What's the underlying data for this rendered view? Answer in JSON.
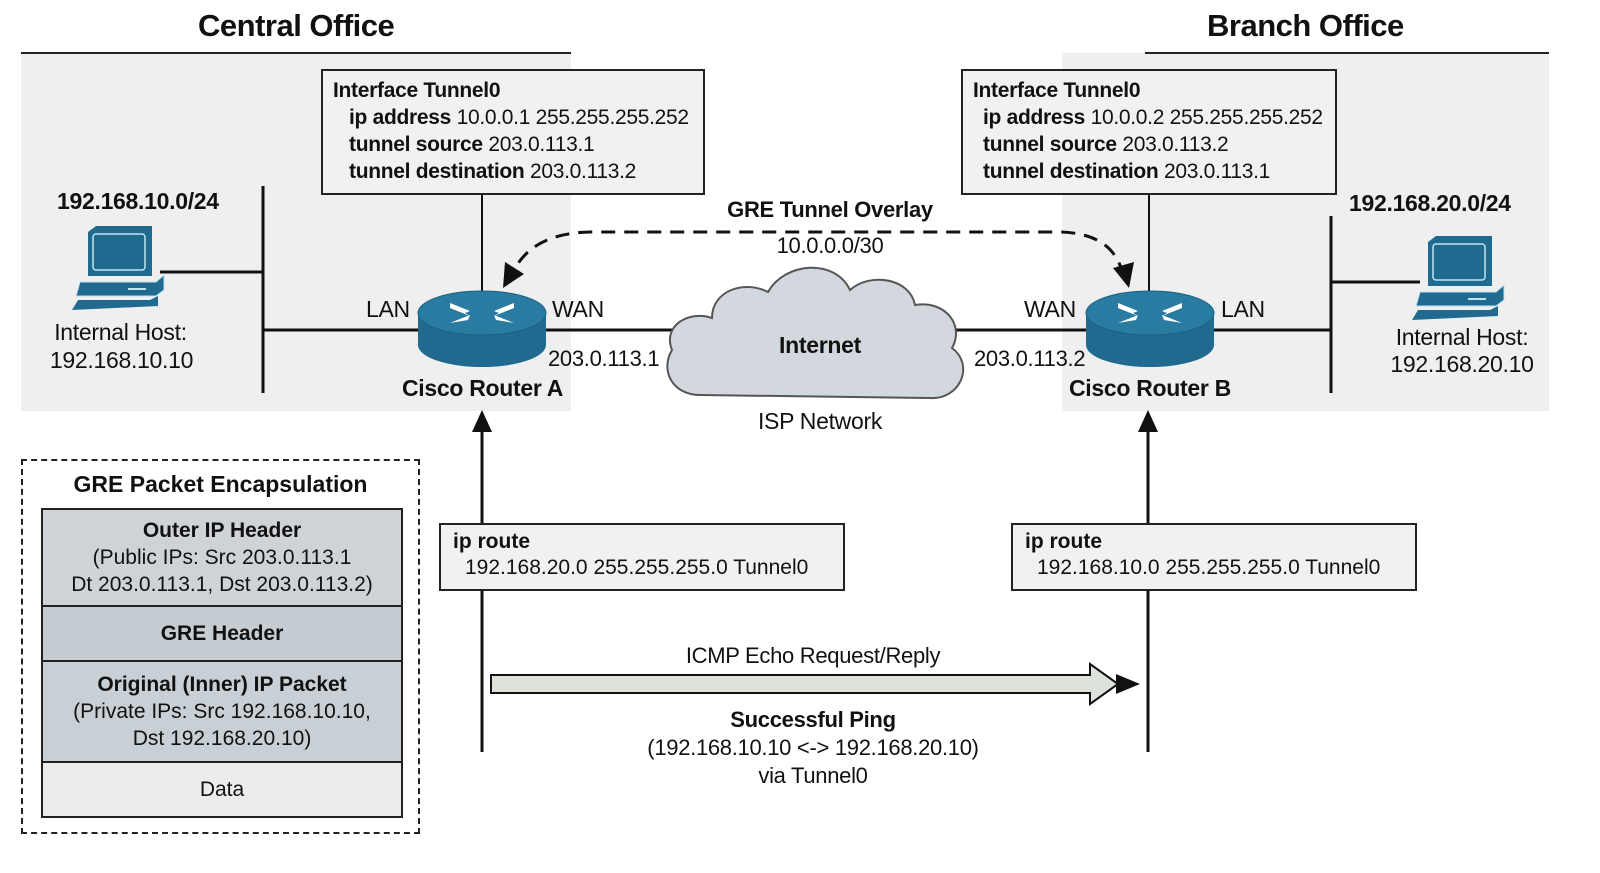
{
  "central_office": {
    "title": "Central Office",
    "subnet": "192.168.10.0/24",
    "host_label": "Internal Host:",
    "host_ip": "192.168.10.10",
    "router_name": "Cisco Router A",
    "lan_label": "LAN",
    "wan_label": "WAN",
    "wan_ip": "203.0.113.1",
    "tunnel_config": {
      "header": "Interface Tunnel0",
      "lines": [
        {
          "key": "ip address",
          "value": "10.0.0.1 255.255.255.252"
        },
        {
          "key": "tunnel source",
          "value": "203.0.113.1"
        },
        {
          "key": "tunnel destination",
          "value": "203.0.113.2"
        }
      ]
    },
    "route": {
      "header": "ip route",
      "value": "192.168.20.0 255.255.255.0 Tunnel0"
    }
  },
  "branch_office": {
    "title": "Branch Office",
    "subnet": "192.168.20.0/24",
    "host_label": "Internal Host:",
    "host_ip": "192.168.20.10",
    "router_name": "Cisco Router B",
    "lan_label": "LAN",
    "wan_label": "WAN",
    "wan_ip": "203.0.113.2",
    "tunnel_config": {
      "header": "Interface Tunnel0",
      "lines": [
        {
          "key": "ip address",
          "value": "10.0.0.2 255.255.255.252"
        },
        {
          "key": "tunnel source",
          "value": "203.0.113.2"
        },
        {
          "key": "tunnel destination",
          "value": "203.0.113.1"
        }
      ]
    },
    "route": {
      "header": "ip route",
      "value": "192.168.10.0 255.255.255.0 Tunnel0"
    }
  },
  "tunnel": {
    "title": "GRE Tunnel Overlay",
    "subnet": "10.0.0.0/30"
  },
  "internet": {
    "label": "Internet",
    "caption": "ISP Network"
  },
  "encapsulation": {
    "title": "GRE Packet Encapsulation",
    "layers": [
      {
        "name": "Outer IP Header",
        "detail": [
          "(Public IPs: Src 203.0.113.1",
          "Dt 203.0.113.1, Dst 203.0.113.2)"
        ]
      },
      {
        "name": "GRE Header",
        "detail": []
      },
      {
        "name": "Original (Inner) IP Packet",
        "detail": [
          "(Private IPs: Src 192.168.10.10,",
          "Dst 192.168.20.10)"
        ]
      },
      {
        "name": "",
        "detail": [
          "Data"
        ]
      }
    ]
  },
  "ping": {
    "label": "ICMP Echo Request/Reply",
    "result_title": "Successful Ping",
    "result_detail": "(192.168.10.10 <-> 192.168.20.10)",
    "result_via": "via Tunnel0"
  },
  "colors": {
    "device_blue": "#1f6a8e",
    "panel_gray": "#efefef",
    "layer_gray": "#cfd4d8",
    "cloud_fill": "#d3d8de",
    "arrow_fill": "#dde2da"
  }
}
